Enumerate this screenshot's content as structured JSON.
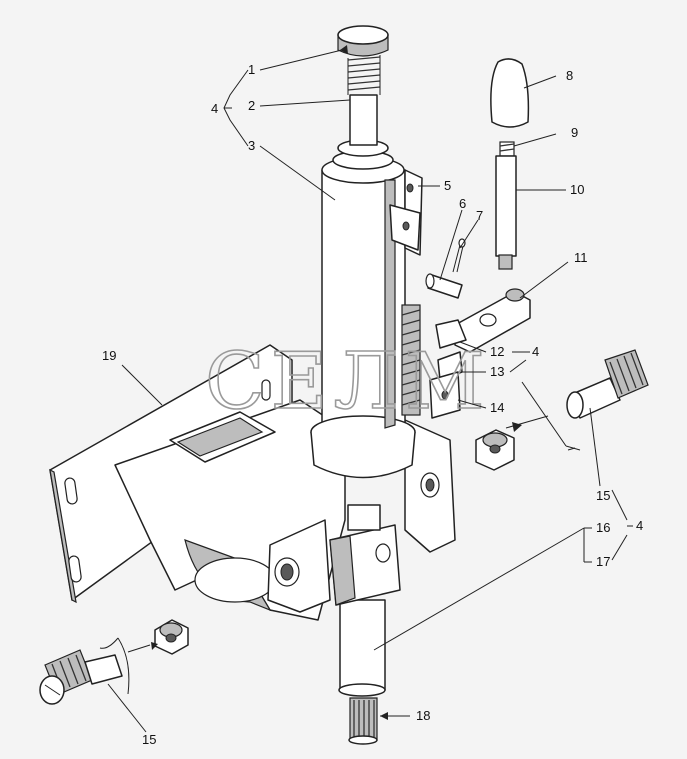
{
  "watermark": "СЕЛМ",
  "labels": {
    "l1": "1",
    "l2": "2",
    "l3": "3",
    "l4a": "4",
    "l4b": "4",
    "l4c": "4",
    "l5": "5",
    "l6": "6",
    "l7": "7",
    "l8": "8",
    "l9": "9",
    "l10": "10",
    "l11": "11",
    "l12": "12",
    "l13": "13",
    "l14": "14",
    "l15a": "15",
    "l15b": "15",
    "l16": "16",
    "l17": "17",
    "l18": "18",
    "l19": "19"
  }
}
